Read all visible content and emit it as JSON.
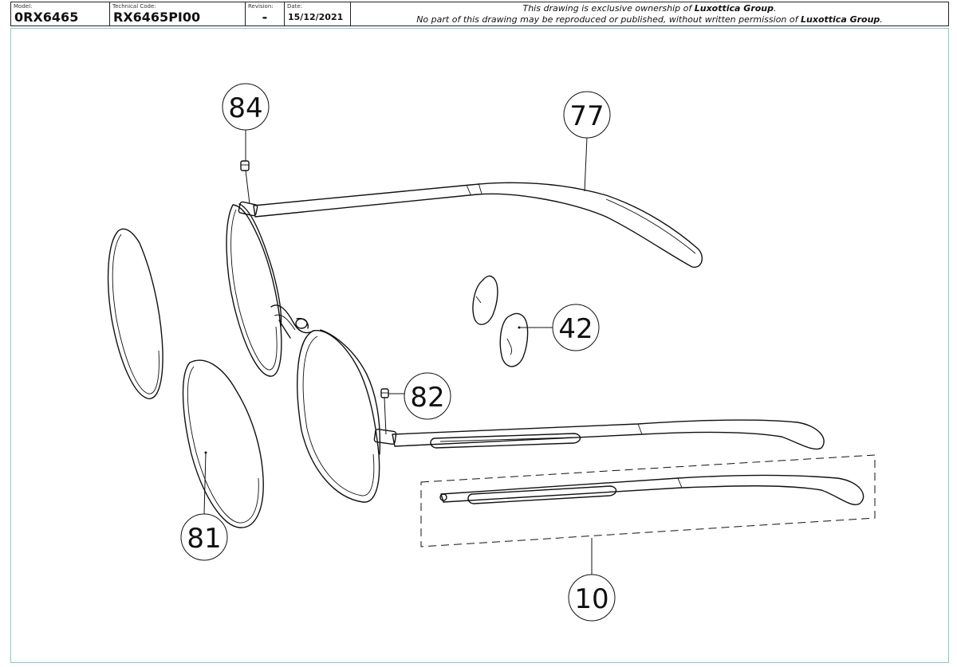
{
  "title_block": {
    "model_label": "Model:",
    "model_value": "0RX6465",
    "technical_code_label": "Technical Code:",
    "technical_code_value": "RX6465PI00",
    "revision_label": "Revision:",
    "revision_value": "-",
    "date_label": "Date:",
    "date_value": "15/12/2021",
    "notice_line1_prefix": "This drawing is exclusive ownership of ",
    "notice_line1_company": "Luxottica Group",
    "notice_line1_suffix": ".",
    "notice_line2_prefix": "No part of this drawing may be reproduced or published, without written permission of ",
    "notice_line2_company": "Luxottica Group",
    "notice_line2_suffix": "."
  },
  "callouts": {
    "screw_top": "84",
    "temple_right": "77",
    "nose_pad": "42",
    "screw_hinge": "82",
    "lens": "81",
    "temple_left_kit": "10"
  }
}
